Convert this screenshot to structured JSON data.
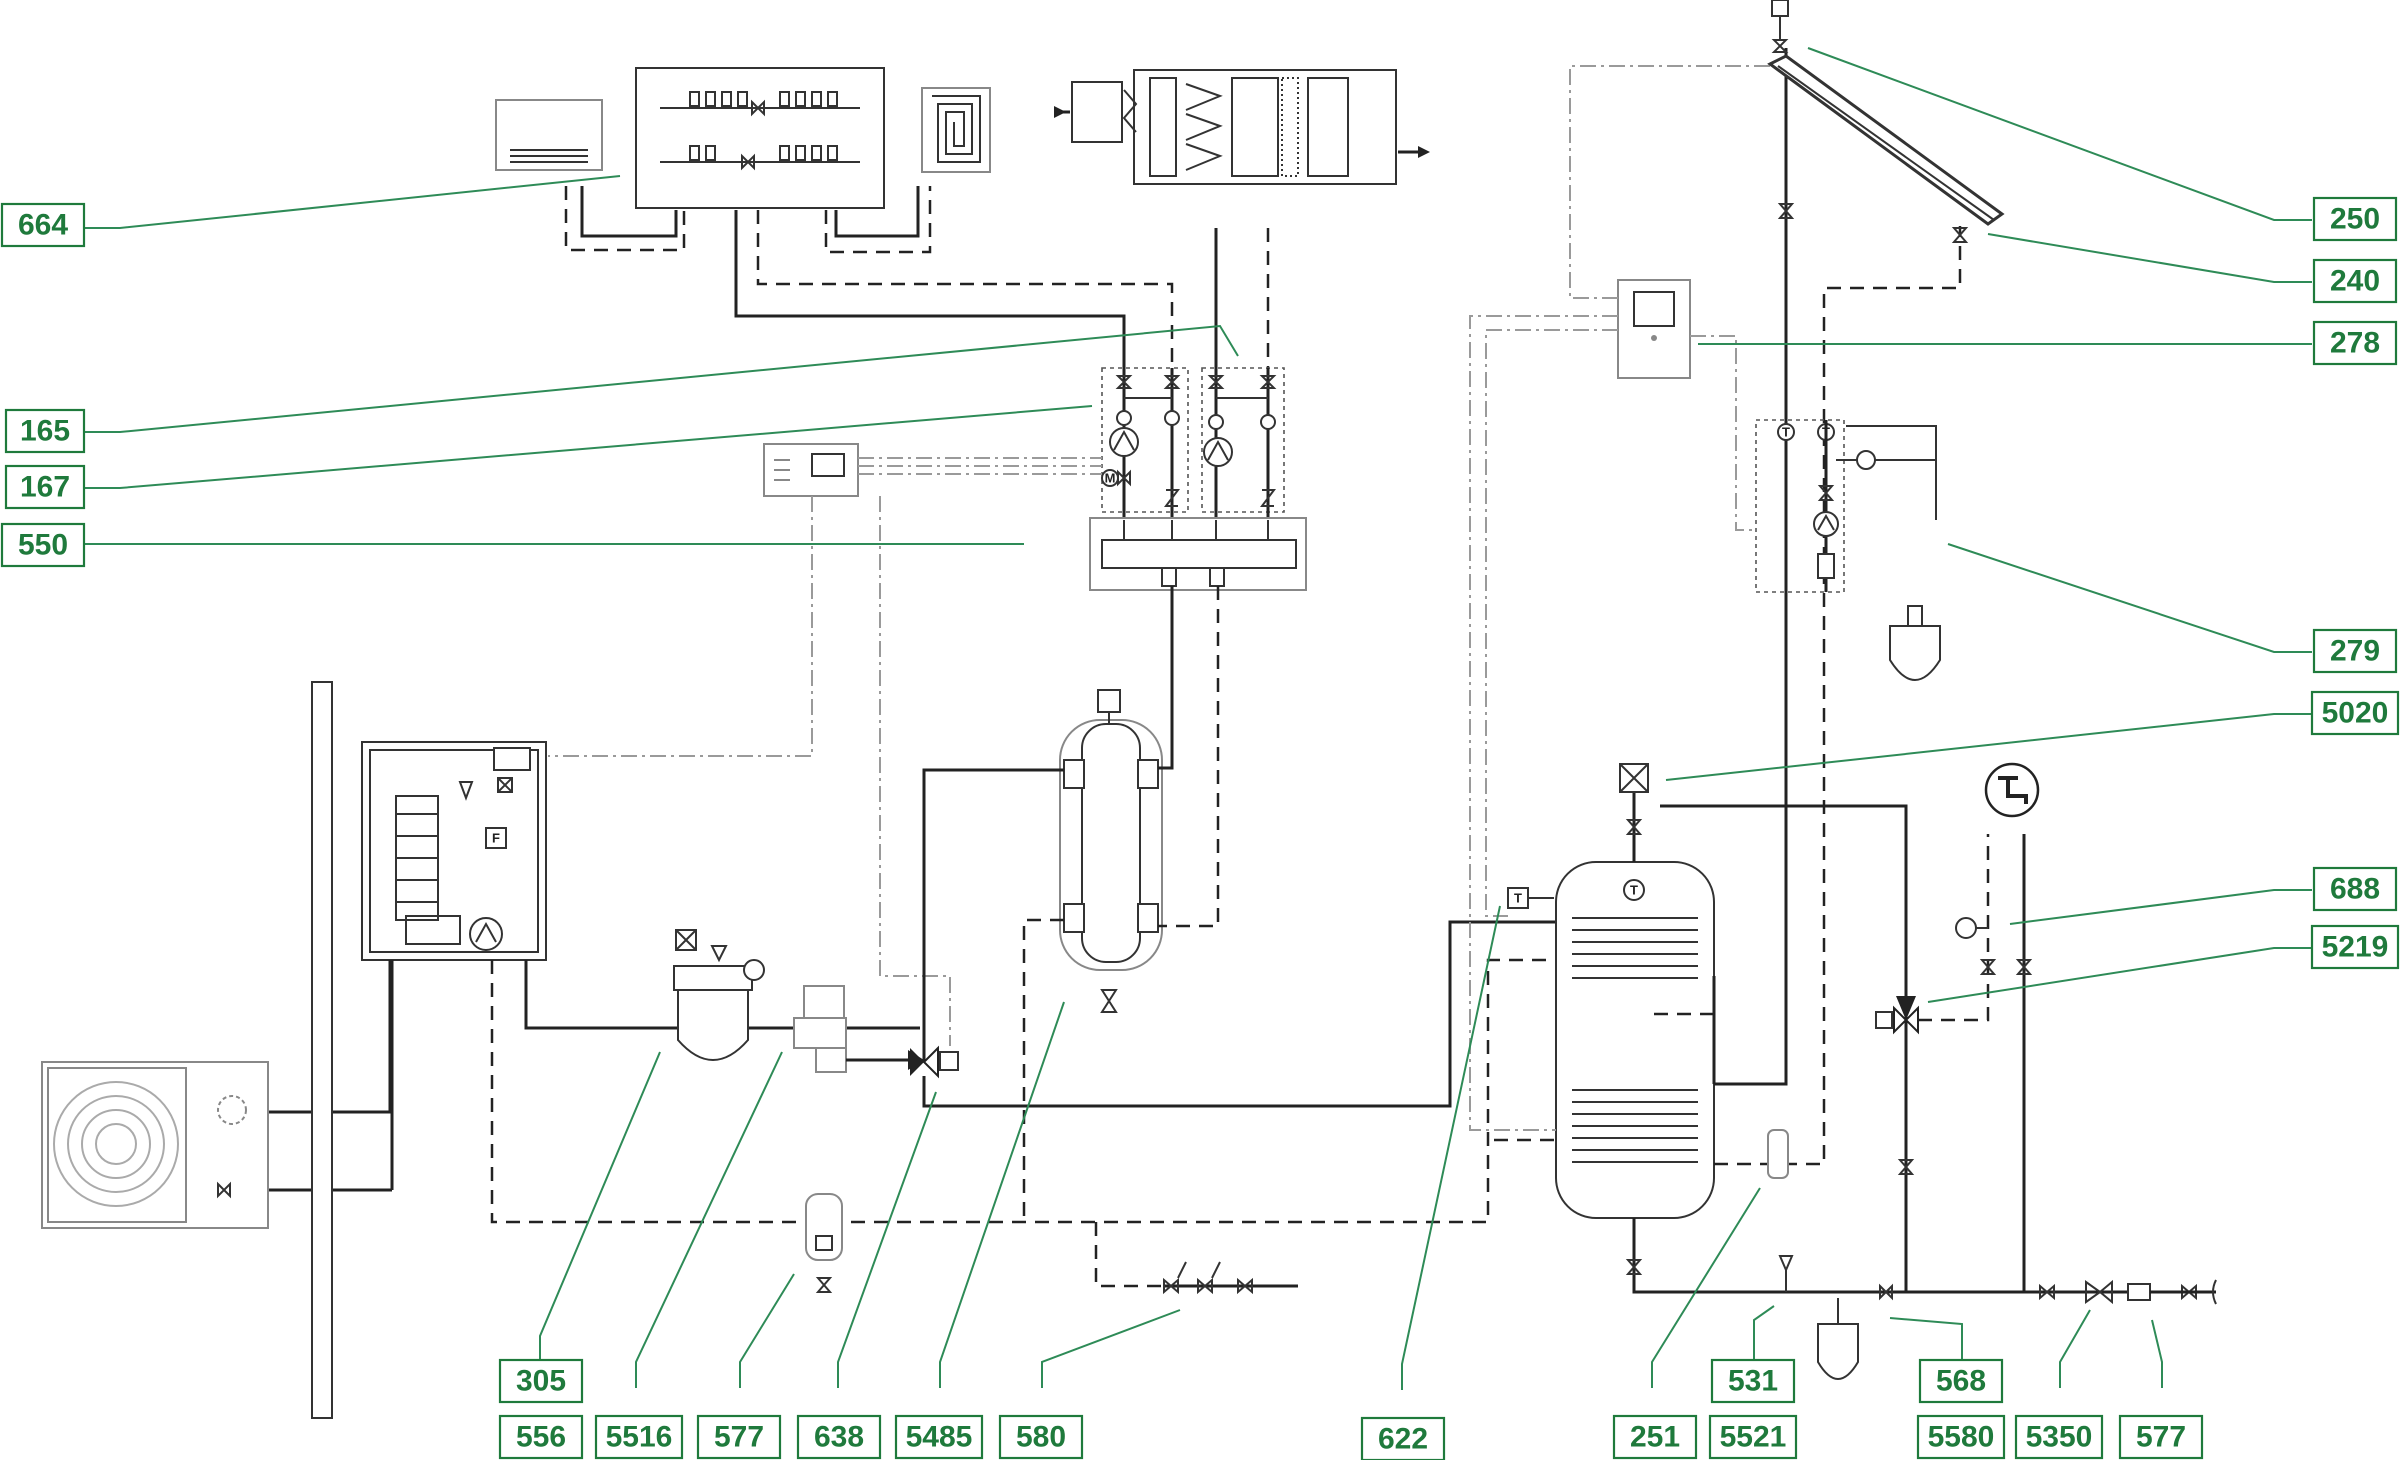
{
  "diagram": {
    "labels": [
      {
        "id": "664",
        "text": "664"
      },
      {
        "id": "165",
        "text": "165"
      },
      {
        "id": "167",
        "text": "167"
      },
      {
        "id": "550",
        "text": "550"
      },
      {
        "id": "250",
        "text": "250"
      },
      {
        "id": "240",
        "text": "240"
      },
      {
        "id": "278",
        "text": "278"
      },
      {
        "id": "279",
        "text": "279"
      },
      {
        "id": "5020",
        "text": "5020"
      },
      {
        "id": "688",
        "text": "688"
      },
      {
        "id": "5219",
        "text": "5219"
      },
      {
        "id": "305",
        "text": "305"
      },
      {
        "id": "556",
        "text": "556"
      },
      {
        "id": "5516",
        "text": "5516"
      },
      {
        "id": "577a",
        "text": "577"
      },
      {
        "id": "638",
        "text": "638"
      },
      {
        "id": "5485",
        "text": "5485"
      },
      {
        "id": "580",
        "text": "580"
      },
      {
        "id": "622",
        "text": "622"
      },
      {
        "id": "251",
        "text": "251"
      },
      {
        "id": "531",
        "text": "531"
      },
      {
        "id": "5521",
        "text": "5521"
      },
      {
        "id": "568",
        "text": "568"
      },
      {
        "id": "5580",
        "text": "5580"
      },
      {
        "id": "5350",
        "text": "5350"
      },
      {
        "id": "577b",
        "text": "577"
      }
    ],
    "symbol_marks": {
      "temperature": "T",
      "motor": "M",
      "flow": "F"
    }
  }
}
